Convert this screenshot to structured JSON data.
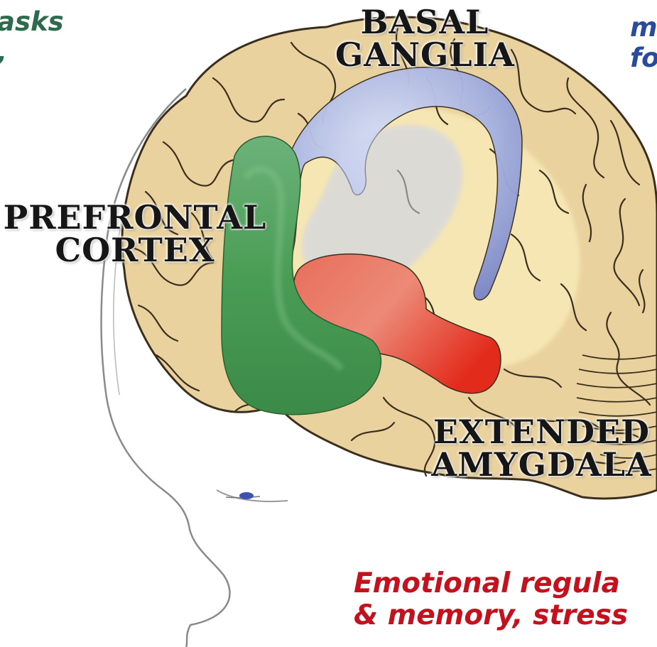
{
  "captions": {
    "top_left_line1": "asks",
    "top_left_line2": ",",
    "top_right_line1": "m",
    "top_right_line2": "fo",
    "bottom_line1": "Emotional regula",
    "bottom_line2": "& memory, stress"
  },
  "labels": {
    "basal_line1": "Basal",
    "basal_line2": "Ganglia",
    "pfc_line1": "Prefrontal",
    "pfc_line2": "Cortex",
    "amyg_line1": "Extended",
    "amyg_line2": "Amygdala"
  },
  "colors": {
    "caption_green": "#2e6b4c",
    "caption_blue": "#2a4a9a",
    "caption_red": "#c3121d",
    "brain_fill": "#ead29e",
    "brain_inner": "#f7eab8",
    "brain_outline": "#3a2e1e",
    "region_blue": "#aab5e2",
    "region_green": "#4a9d55",
    "region_red": "#e8473a",
    "head_outline": "#8a8a8a"
  },
  "icons": {
    "eye": "eye-icon"
  }
}
